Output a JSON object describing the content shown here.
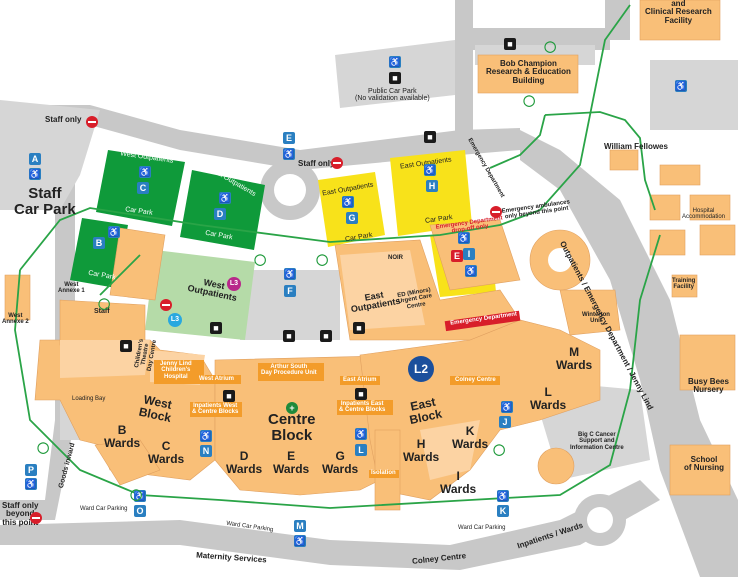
{
  "buildings": {
    "clinical_research": [
      "and",
      "Clinical Research",
      "Facility"
    ],
    "bob_champion": [
      "Bob Champion",
      "Research & Education",
      "Building"
    ],
    "public_car_park": [
      "Public Car Park",
      "(No validation available)"
    ],
    "staff_only_top": "Staff only",
    "staff_car_park": [
      "Staff",
      "Car Park"
    ],
    "west_outpatients_cp1": [
      "West Outpatients",
      "Car Park"
    ],
    "west_outpatients_cp2": [
      "West Outpatients",
      "Car Park"
    ],
    "east_outpatients_cp1": [
      "East Outpatients",
      "Car Park"
    ],
    "east_outpatients_cp2": [
      "East Outpatients",
      "Car Park"
    ],
    "car_park_b": "Car Park",
    "staff_only_mid": "Staff only",
    "emergency_drop_off": [
      "Emergency Department",
      "drop-off only"
    ],
    "emergency_ambulances": [
      "Emergency ambulances",
      "only beyond this point"
    ],
    "emergency_road": "Emergency Department",
    "william_fellowes": "William Fellowes",
    "hospital_accommodation": [
      "Hospital",
      "Accommodation"
    ],
    "outpatients_road": "Outpatients / Emergency Department / Jenny Lind",
    "training_facility": [
      "Training",
      "Facility"
    ],
    "west_annexe_2": [
      "West",
      "Annexe 2"
    ],
    "west_annexe_1": [
      "West",
      "Annexe 1"
    ],
    "staff_small": "Staff",
    "west_outpatients": [
      "West",
      "Outpatients"
    ],
    "nicu_road": "NOIR",
    "east_outpatients": [
      "East",
      "Outpatients"
    ],
    "ed_minors": [
      "ED (Minors)",
      "Urgent Care",
      "Centre"
    ],
    "emergency_department": "Emergency Department",
    "winterton_unit": [
      "Winterton",
      "Unit"
    ],
    "childrens_theatre": [
      "Children's",
      "Theatre",
      "Day Centre"
    ],
    "jenny_lind": [
      "Jenny Lind",
      "Children's",
      "Hospital"
    ],
    "arthur_south": [
      "Arthur South",
      "Day Procedure Unit"
    ],
    "colney_centre": "Colney Centre",
    "m_wards": [
      "M",
      "Wards"
    ],
    "l_wards": [
      "L",
      "Wards"
    ],
    "busy_bees": [
      "Busy Bees",
      "Nursery"
    ],
    "west_atrium": "West Atrium",
    "east_atrium": "East Atrium",
    "loading_bay": "Loading Bay",
    "west_block": [
      "West",
      "Block"
    ],
    "inpatients_west": [
      "Inpatients West",
      "& Centre Blocks"
    ],
    "centre_block": [
      "Centre",
      "Block"
    ],
    "inpatients_east": [
      "Inpatients East",
      "& Centre Blocks"
    ],
    "east_block": [
      "East",
      "Block"
    ],
    "b_wards": [
      "B",
      "Wards"
    ],
    "c_wards": [
      "C",
      "Wards"
    ],
    "d_wards": [
      "D",
      "Wards"
    ],
    "e_wards": [
      "E",
      "Wards"
    ],
    "g_wards": [
      "G",
      "Wards"
    ],
    "h_wards": [
      "H",
      "Wards"
    ],
    "k_wards": [
      "K",
      "Wards"
    ],
    "i_wards": [
      "I",
      "Wards"
    ],
    "big_c": [
      "Big C Cancer",
      "Support and",
      "Information Centre"
    ],
    "school_nursing": [
      "School",
      "of Nursing"
    ],
    "isolation": "Isolation",
    "goods_inward": "Goods inward",
    "staff_only_beyond": [
      "Staff only",
      "beyond",
      "this point"
    ],
    "ward_car_parking_1": "Ward Car Parking",
    "ward_car_parking_2": "Ward Car Parking",
    "ward_car_parking_3": "Ward Car Parking",
    "maternity_services": "Maternity Services",
    "colney_centre_road": "Colney Centre",
    "inpatients_wards": "Inpatients / Wards"
  },
  "zone_badges": {
    "l2": "L2",
    "l3a": "L3",
    "l3b": "L3"
  },
  "car_park_letters": {
    "A": "A",
    "B": "B",
    "C": "C",
    "D": "D",
    "E": "E",
    "F": "F",
    "G": "G",
    "H": "H",
    "I": "I",
    "J": "J",
    "K": "K",
    "L": "L",
    "M": "M",
    "N": "N",
    "O": "O",
    "P": "P"
  },
  "icons": {
    "disabled": "wheelchair-icon",
    "car": "car-icon",
    "bus": "bus-icon",
    "cycle": "bicycle-icon",
    "no_entry": "no-entry-icon",
    "info": "info-icon",
    "chapel": "cross-icon",
    "restaurant": "cutlery-icon"
  },
  "colors": {
    "building": "#f9bf78",
    "building_light": "#fcd3a3",
    "green_car_park": "#0f9a3a",
    "yellow_car_park": "#f8e21a",
    "light_green": "#b5dba8",
    "road": "#bfbfbf",
    "route": "#2aa447",
    "parking_blue": "#2a7fc1",
    "emergency_red": "#d81e2a",
    "badge_blue": "#1b4f9c",
    "badge_purple": "#b8288a",
    "badge_cyan": "#29a8df"
  }
}
